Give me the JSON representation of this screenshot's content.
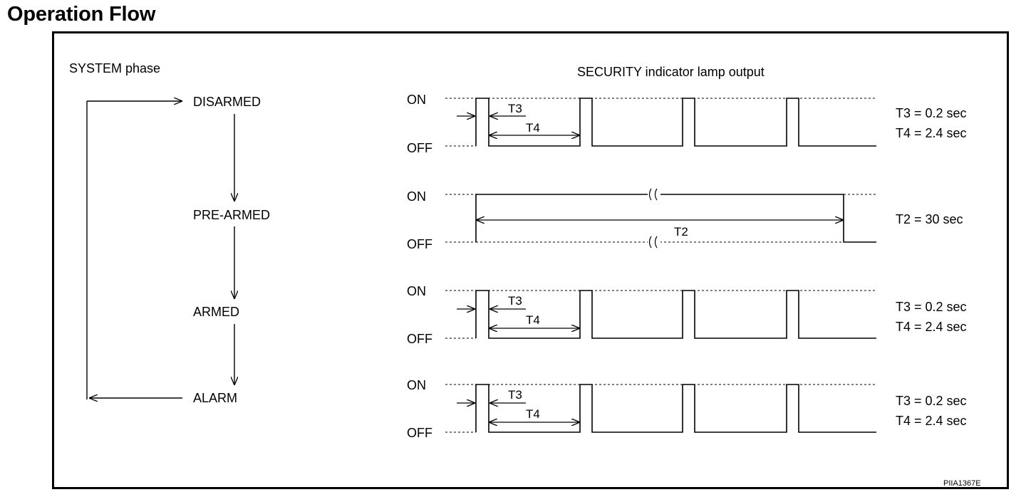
{
  "title": "Operation Flow",
  "system_heading": "SYSTEM phase",
  "output_heading": "SECURITY indicator lamp output",
  "phases": [
    "DISARMED",
    "PRE-ARMED",
    "ARMED",
    "ALARM"
  ],
  "level_on": "ON",
  "level_off": "OFF",
  "timings": [
    {
      "t3": "T3",
      "t4": "T4",
      "spec1": "T3 = 0.2 sec",
      "spec2": "T4 = 2.4 sec"
    },
    {
      "t2": "T2",
      "spec1": "T2 = 30 sec"
    },
    {
      "t3": "T3",
      "t4": "T4",
      "spec1": "T3 = 0.2 sec",
      "spec2": "T4 = 2.4 sec"
    },
    {
      "t3": "T3",
      "t4": "T4",
      "spec1": "T3 = 0.2 sec",
      "spec2": "T4 = 2.4 sec"
    }
  ],
  "figure_code": "PIIA1367E"
}
